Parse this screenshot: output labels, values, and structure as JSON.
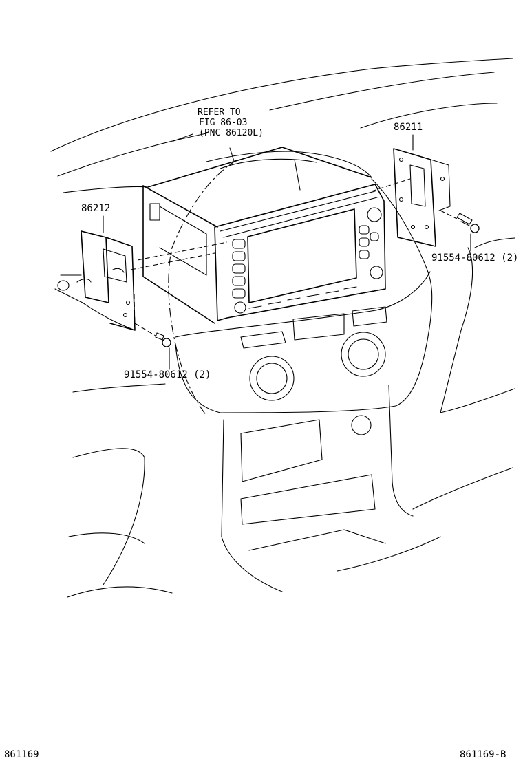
{
  "diagram": {
    "reference_note": [
      "REFER TO",
      "FIG 86-03",
      "(PNC 86120L)"
    ],
    "callouts": {
      "bracket_right": "86211",
      "bracket_left": "86212",
      "screw_right": "91554-80612 (2)",
      "screw_left": "91554-80612 (2)"
    },
    "footer": {
      "left_code": "861169",
      "right_code": "861169-B"
    }
  }
}
